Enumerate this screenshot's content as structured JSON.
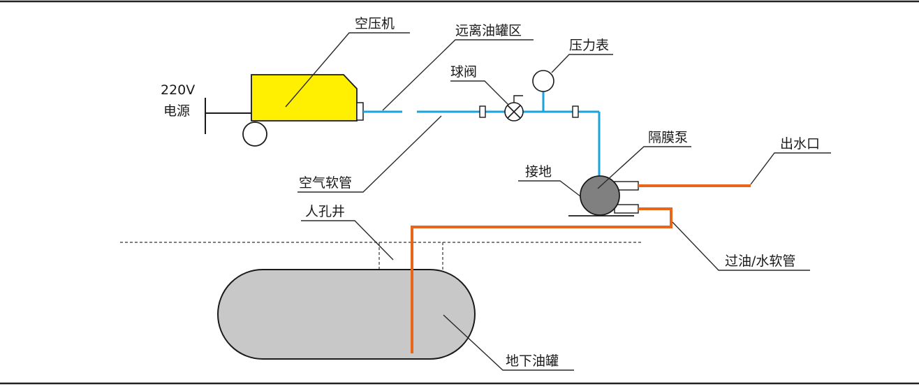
{
  "colors": {
    "compressor": "#ffef00",
    "air_line": "#1aa3dc",
    "oil_line": "#e8661a",
    "pump": "#808080",
    "tank": "#c8c8c8",
    "outline": "#1a1a1a"
  },
  "labels": {
    "compressor": "空压机",
    "power": "220V",
    "power_unit": "电源",
    "far_from_tank": "远离油罐区",
    "ball_valve": "球阀",
    "pressure_gauge": "压力表",
    "air_hose": "空气软管",
    "diaphragm_pump": "隔膜泵",
    "grounding": "接地",
    "water_outlet": "出水口",
    "manhole": "人孔井",
    "oil_water_hose": "过油/水软管",
    "underground_tank": "地下油罐"
  }
}
